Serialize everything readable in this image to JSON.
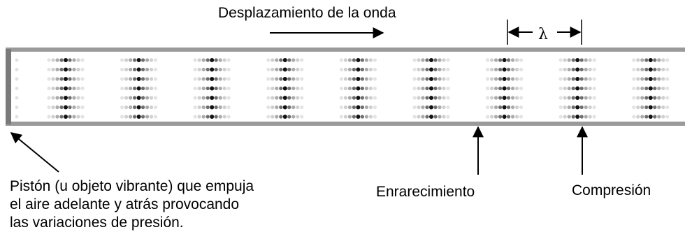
{
  "labels": {
    "wave_travel": "Desplazamiento de la onda",
    "lambda": "λ",
    "rarefaction": "Enrarecimiento",
    "compression": "Compresión",
    "piston": [
      "Pistón (u objeto vibrante) que empuja",
      "el aire adelante y atrás provocando",
      "las variaciones de presión."
    ]
  },
  "colors": {
    "tube_border": "#808080",
    "dense_dot": "#000000",
    "light_dot": "#cfcfcf"
  },
  "pattern": {
    "compression_zones": 10,
    "dot_rows": 7,
    "dot_columns_per_zone": 9
  }
}
